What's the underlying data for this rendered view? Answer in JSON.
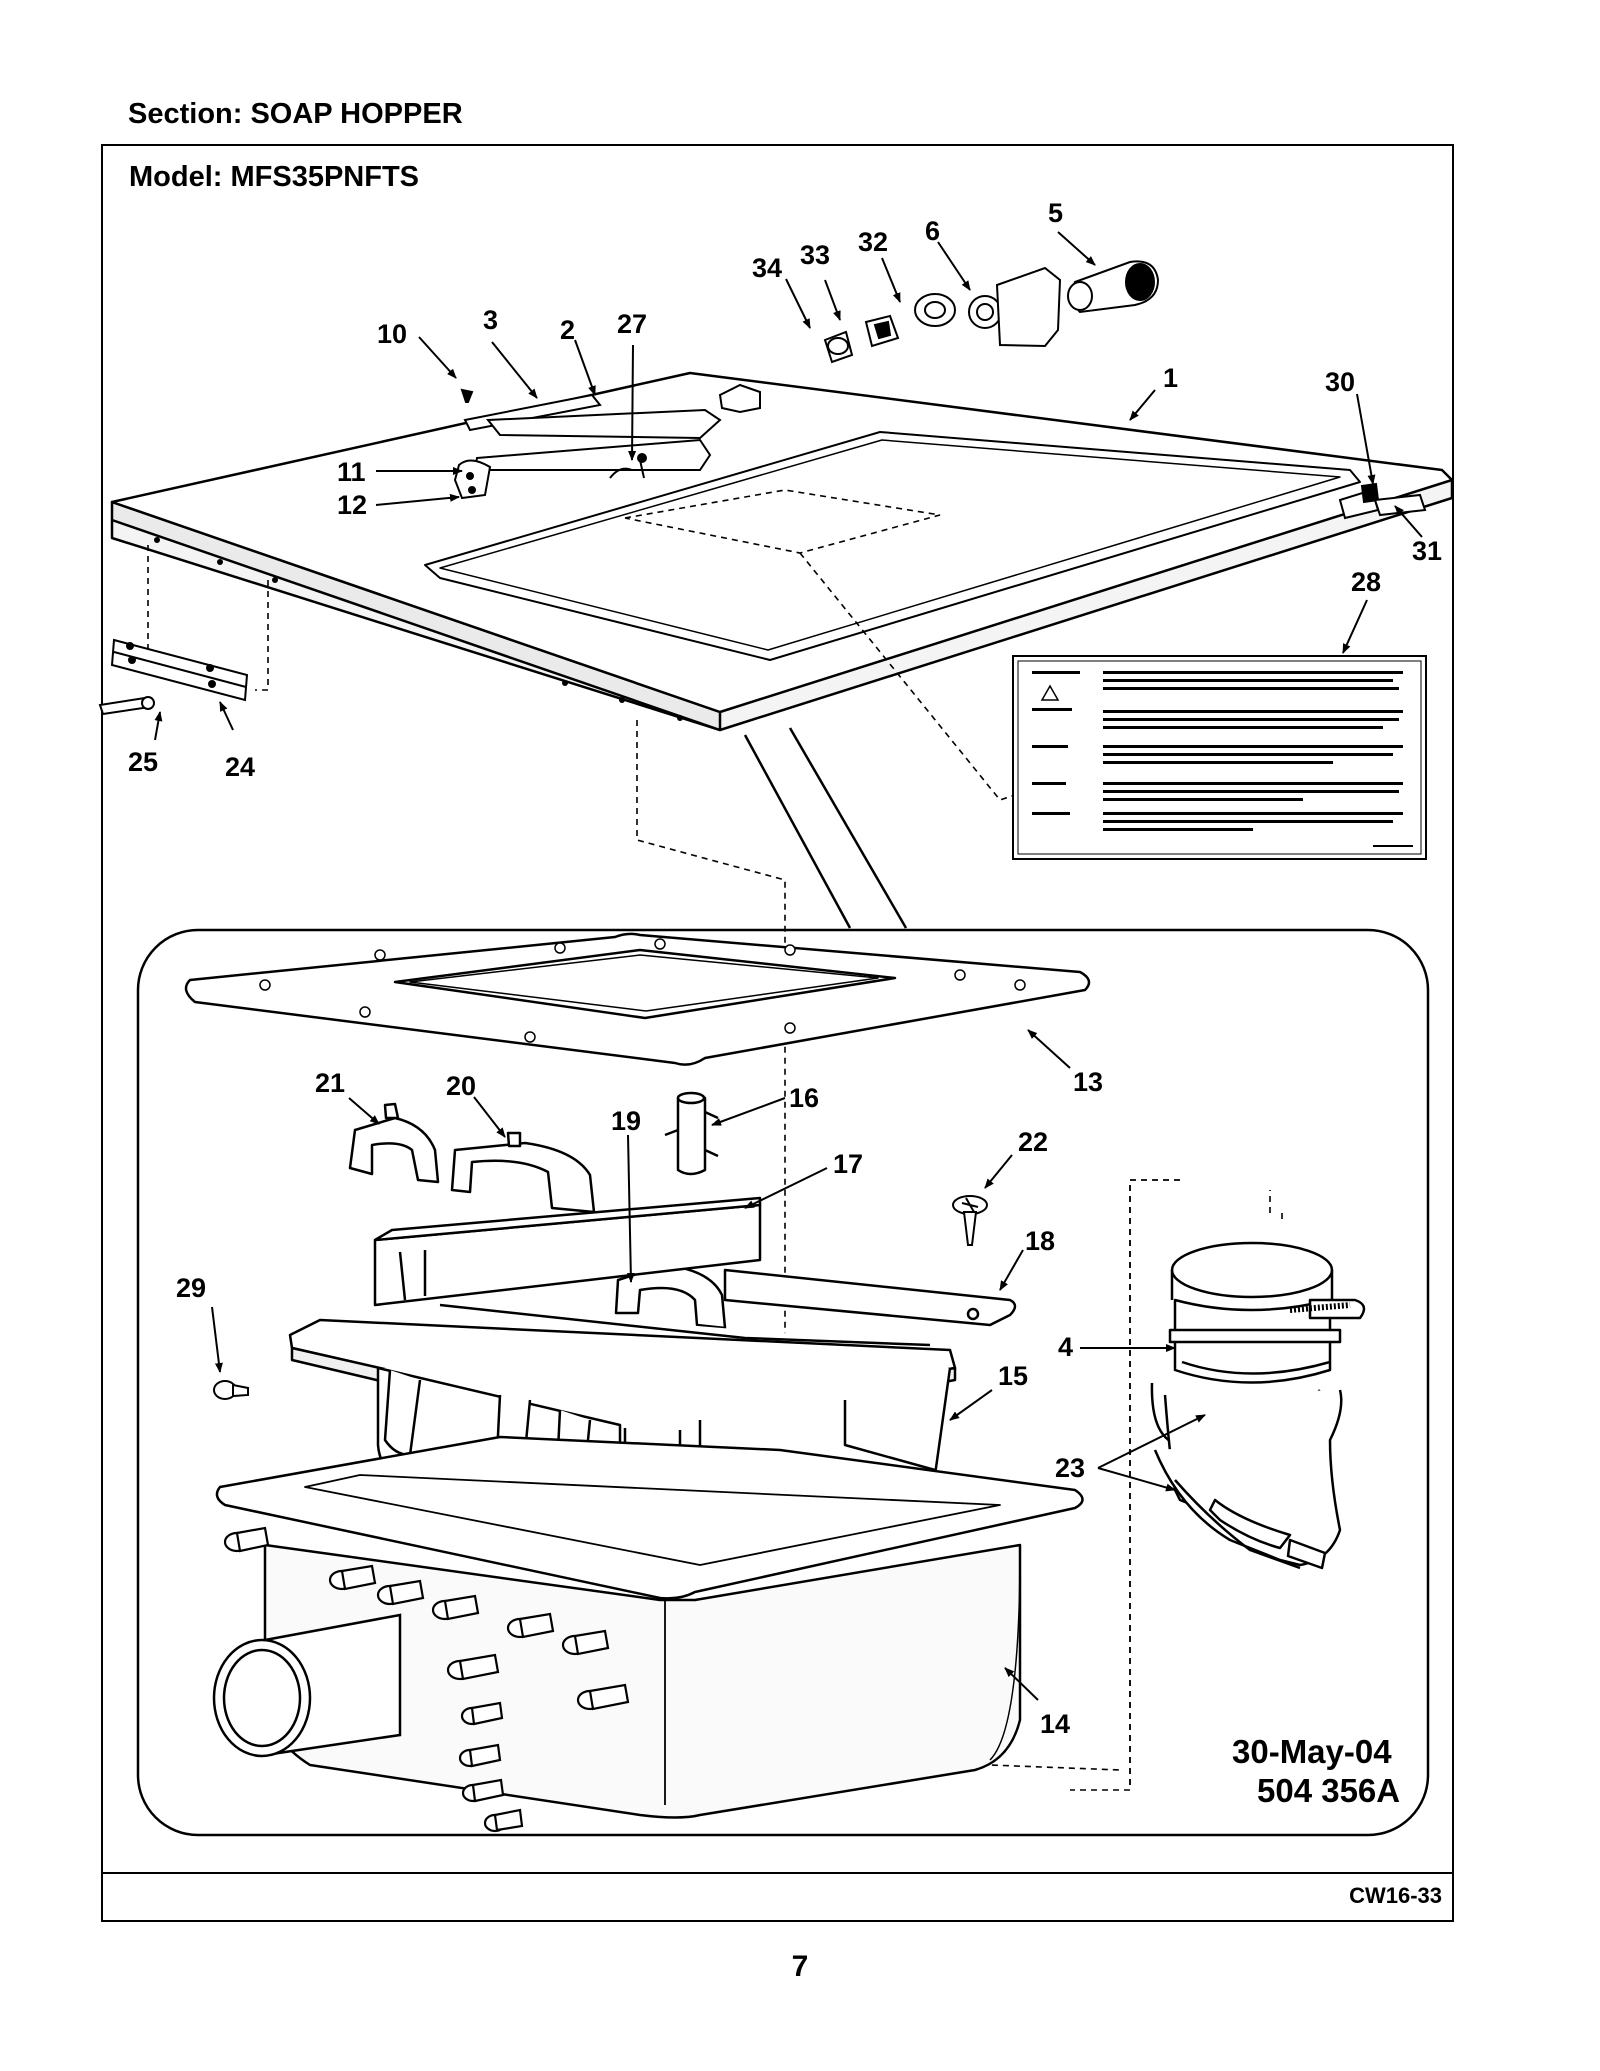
{
  "section_label": "Section:  SOAP HOPPER",
  "model_label": "Model:  MFS35PNFTS",
  "diagram_stamp": {
    "date": "30-May-04",
    "part_number": "504 356A"
  },
  "footer_code": "CW16-33",
  "page_number": "7",
  "callouts": {
    "c1": "1",
    "c2": "2",
    "c3": "3",
    "c4": "4",
    "c5": "5",
    "c6": "6",
    "c10": "10",
    "c11": "11",
    "c12": "12",
    "c13": "13",
    "c14": "14",
    "c15": "15",
    "c16": "16",
    "c17": "17",
    "c18": "18",
    "c19": "19",
    "c20": "20",
    "c21": "21",
    "c22": "22",
    "c23": "23",
    "c24": "24",
    "c25": "25",
    "c27": "27",
    "c28": "28",
    "c29": "29",
    "c30": "30",
    "c31": "31",
    "c32": "32",
    "c33": "33",
    "c34": "34"
  }
}
